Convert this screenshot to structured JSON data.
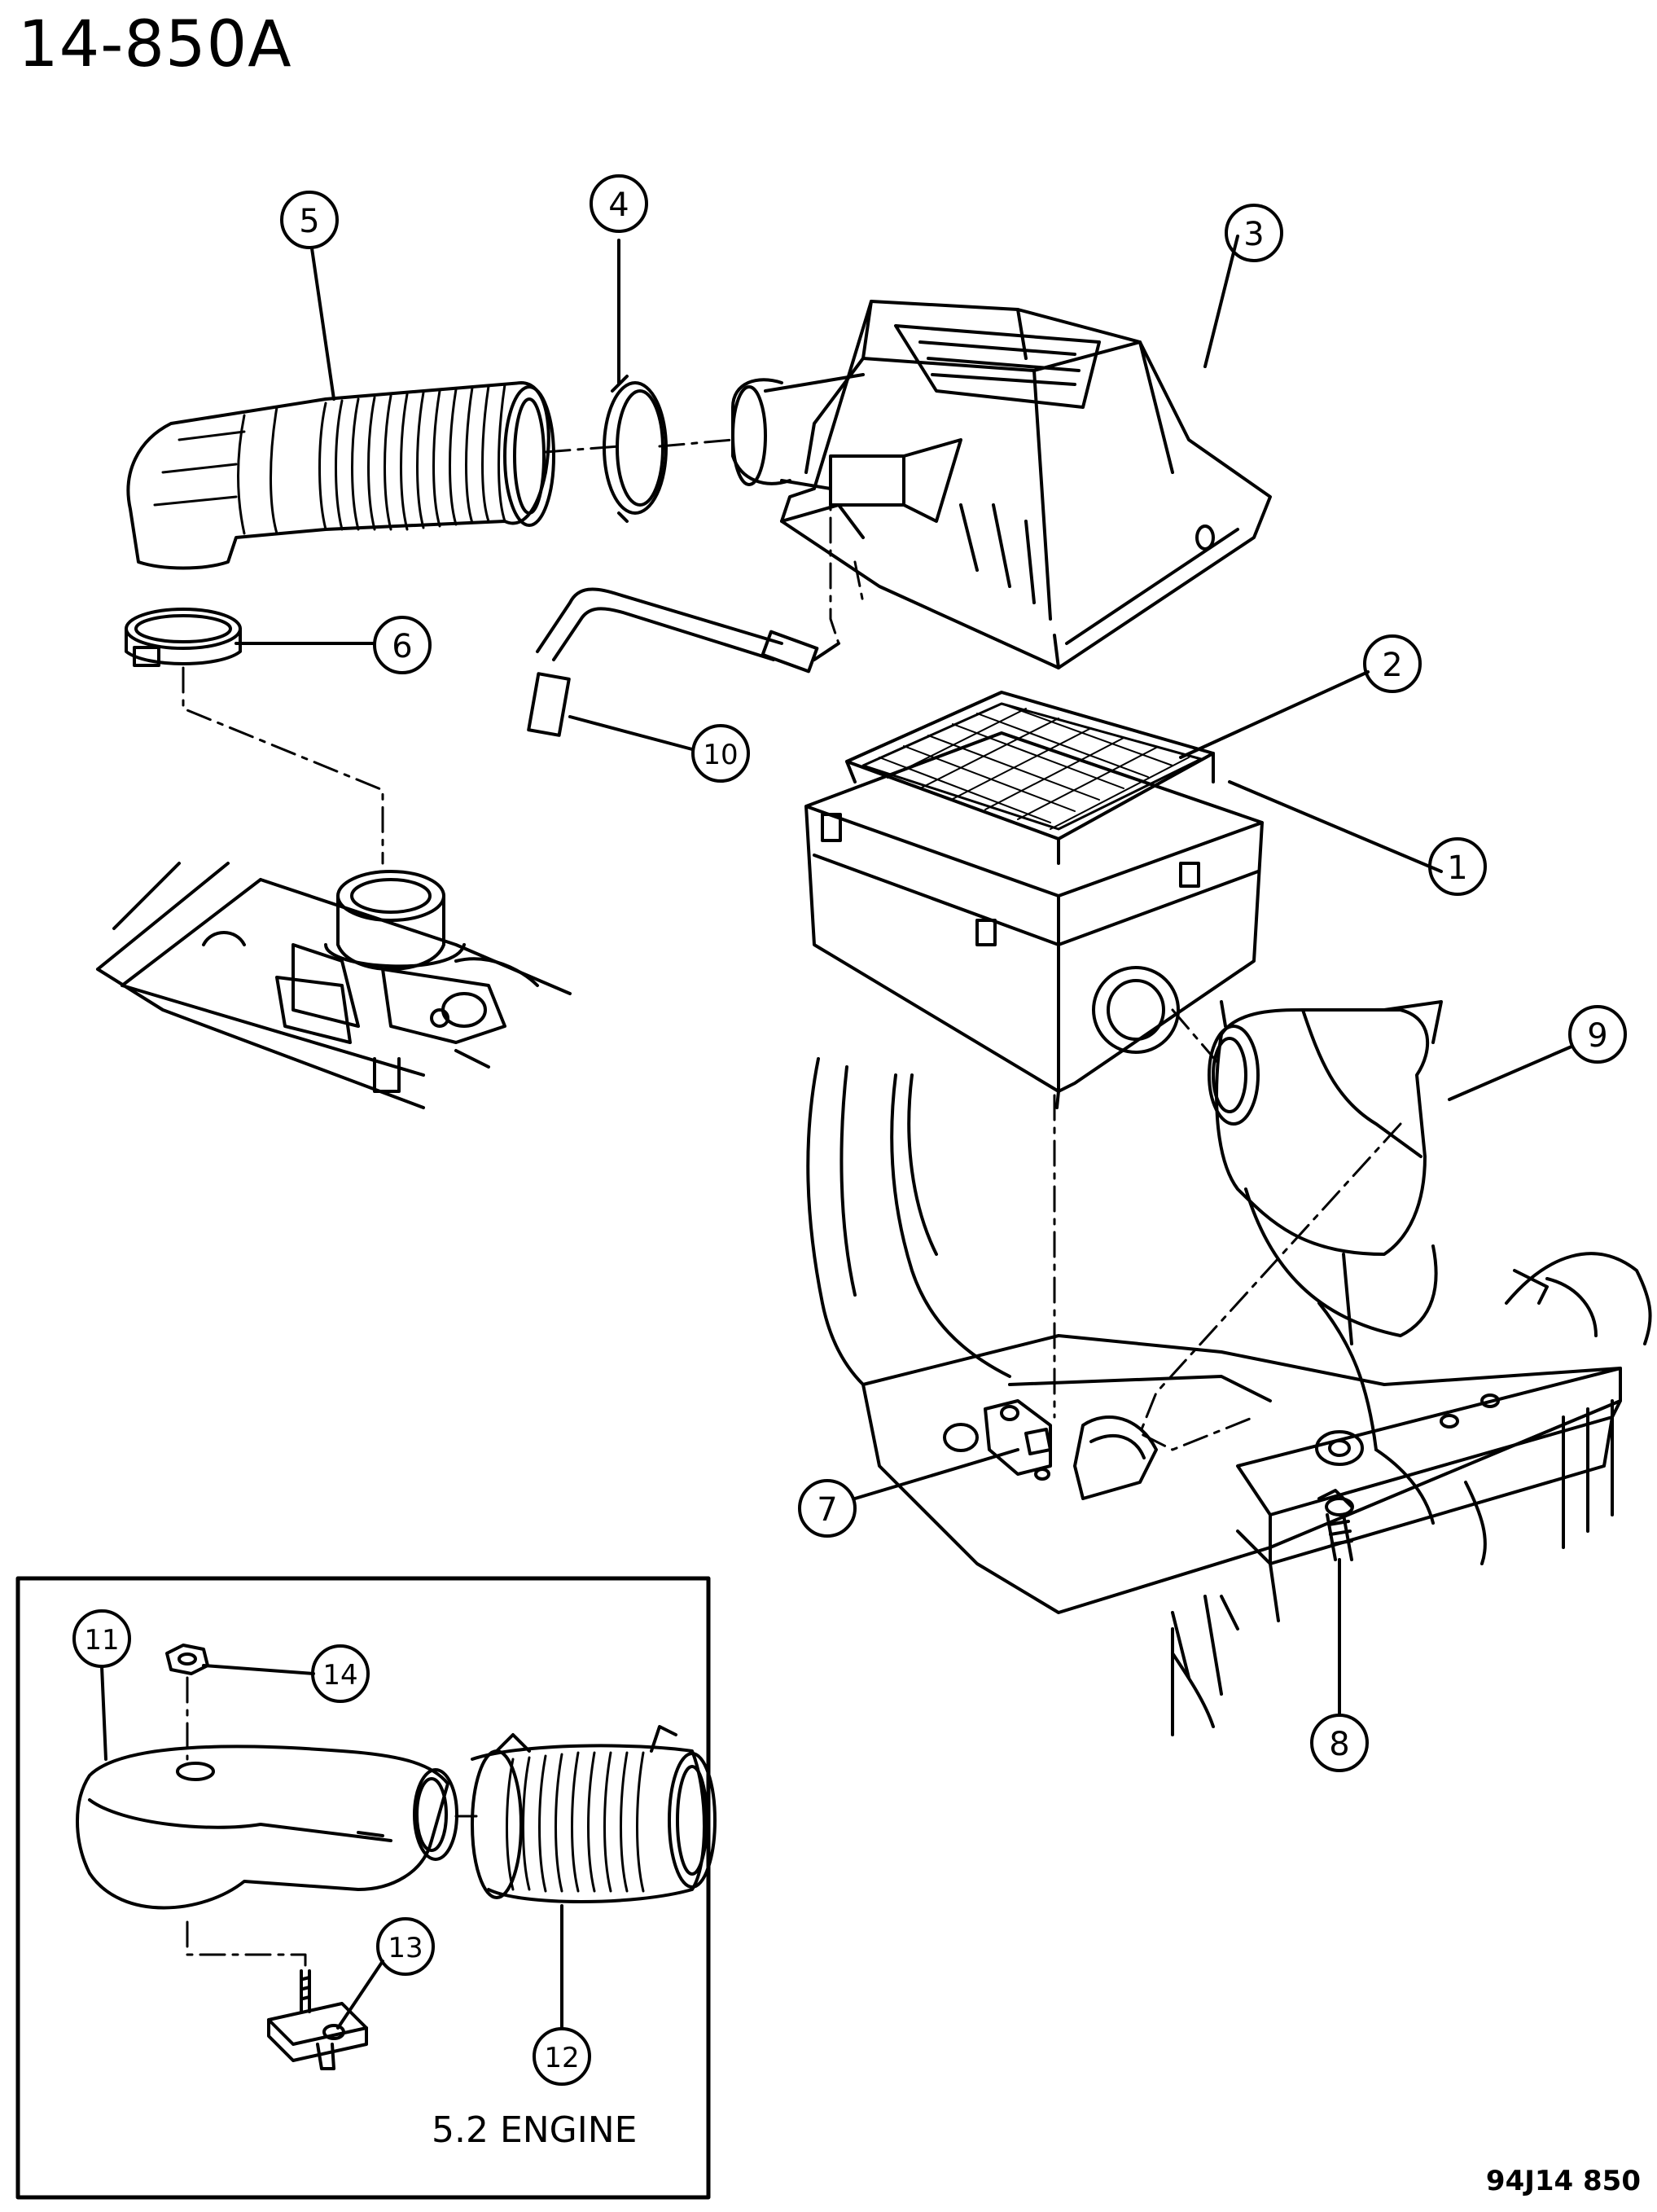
{
  "page_id": "14-850A",
  "reference_code": "94J14  850",
  "inset_caption": "5.2  ENGINE",
  "callouts": [
    {
      "number": "1",
      "part": "air-cleaner-housing"
    },
    {
      "number": "2",
      "part": "air-filter-element"
    },
    {
      "number": "3",
      "part": "air-cleaner-cover"
    },
    {
      "number": "4",
      "part": "hose-clamp"
    },
    {
      "number": "5",
      "part": "intake-duct-hose"
    },
    {
      "number": "6",
      "part": "hose-clamp"
    },
    {
      "number": "7",
      "part": "nut"
    },
    {
      "number": "8",
      "part": "bolt"
    },
    {
      "number": "9",
      "part": "intake-scoop"
    },
    {
      "number": "10",
      "part": "hose"
    },
    {
      "number": "11",
      "part": "resonator"
    },
    {
      "number": "12",
      "part": "duct-hose"
    },
    {
      "number": "13",
      "part": "stud-bracket"
    },
    {
      "number": "14",
      "part": "nut"
    }
  ]
}
